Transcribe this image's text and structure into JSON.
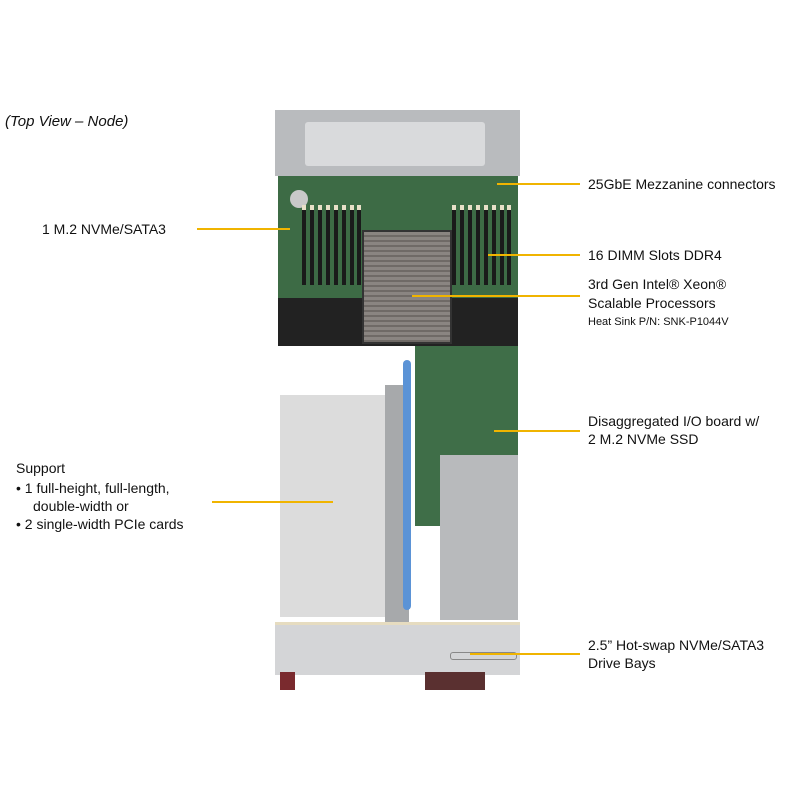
{
  "caption": "(Top View – Node)",
  "callouts": {
    "mezzanine": "25GbE Mezzanine  connectors",
    "m2": "1 M.2 NVMe/SATA3",
    "dimm": "16 DIMM  Slots DDR4",
    "cpu": [
      "3rd Gen Intel®  Xeon®",
      "Scalable Processors",
      "Heat  Sink P/N:  SNK-P1044V"
    ],
    "io_board": [
      "Disaggregated I/O  board w/",
      "2 M.2 NVMe SSD"
    ],
    "support": [
      "Support",
      "•  1 full-height,  full-length,",
      "double-width  or",
      "•  2 single-width  PCIe cards"
    ],
    "drive_bays": [
      "2.5”  Hot-swap  NVMe/SATA3",
      "Drive Bays"
    ]
  },
  "colors": {
    "callout_line": "#f0b400",
    "board": "#3d6b45",
    "chassis": "#c8c9cb"
  }
}
